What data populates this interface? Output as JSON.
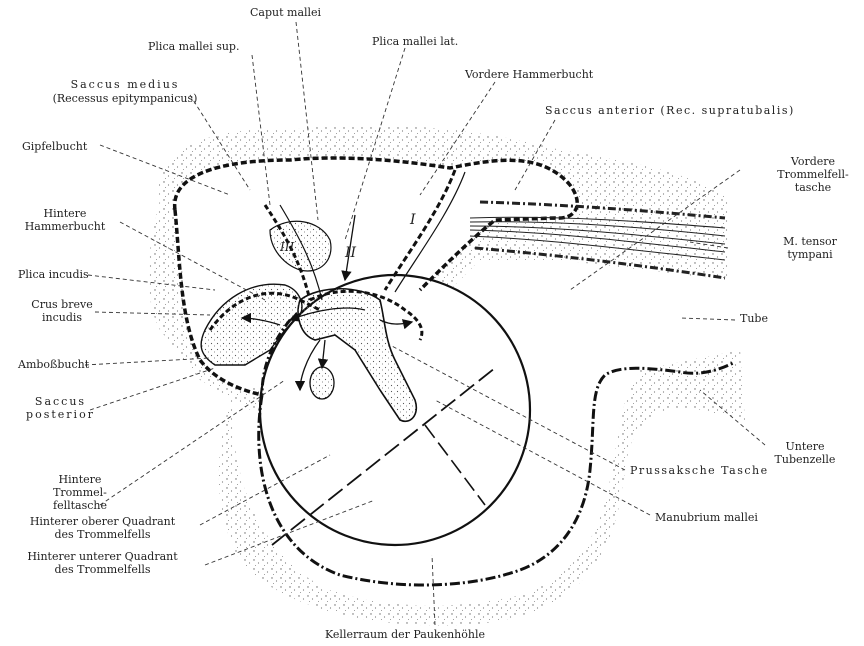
{
  "labels": {
    "caput_mallei": "Caput mallei",
    "plica_mallei_sup": "Plica mallei sup.",
    "plica_mallei_lat": "Plica mallei lat.",
    "vordere_hammerbucht": "Vordere Hammerbucht",
    "saccus_medius": "Saccus medius",
    "recessus_epitympanicus": "(Recessus epitympanicus)",
    "saccus_anterior": "Saccus anterior (Rec. supratubalis)",
    "gipfelbucht": "Gipfelbucht",
    "vordere_trommelfelltasche_1": "Vordere",
    "vordere_trommelfelltasche_2": "Trommelfell-",
    "vordere_trommelfelltasche_3": "tasche",
    "hintere_hammerbucht_1": "Hintere",
    "hintere_hammerbucht_2": "Hammerbucht",
    "m_tensor_1": "M. tensor",
    "m_tensor_2": "tympani",
    "plica_incudis": "Plica incudis",
    "crus_breve_1": "Crus breve",
    "crus_breve_2": "incudis",
    "tube": "Tube",
    "ambossbucht": "Amboßbucht",
    "saccus_posterior_1": "Saccus",
    "saccus_posterior_2": "posterior",
    "untere_tubenzelle_1": "Untere",
    "untere_tubenzelle_2": "Tubenzelle",
    "hintere_trommelfelltasche_1": "Hintere",
    "hintere_trommelfelltasche_2": "Trommel-",
    "hintere_trommelfelltasche_3": "felltasche",
    "prussak": "Prussaksche Tasche",
    "hinterer_oberer_1": "Hinterer oberer Quadrant",
    "hinterer_oberer_2": "des Trommelfells",
    "manubrium": "Manubrium mallei",
    "hinterer_unterer_1": "Hinterer unterer Quadrant",
    "hinterer_unterer_2": "des Trommelfells",
    "kellerraum": "Kellerraum der Paukenhöhle"
  },
  "numerals": {
    "one": "I",
    "two": "II",
    "three": "III"
  }
}
